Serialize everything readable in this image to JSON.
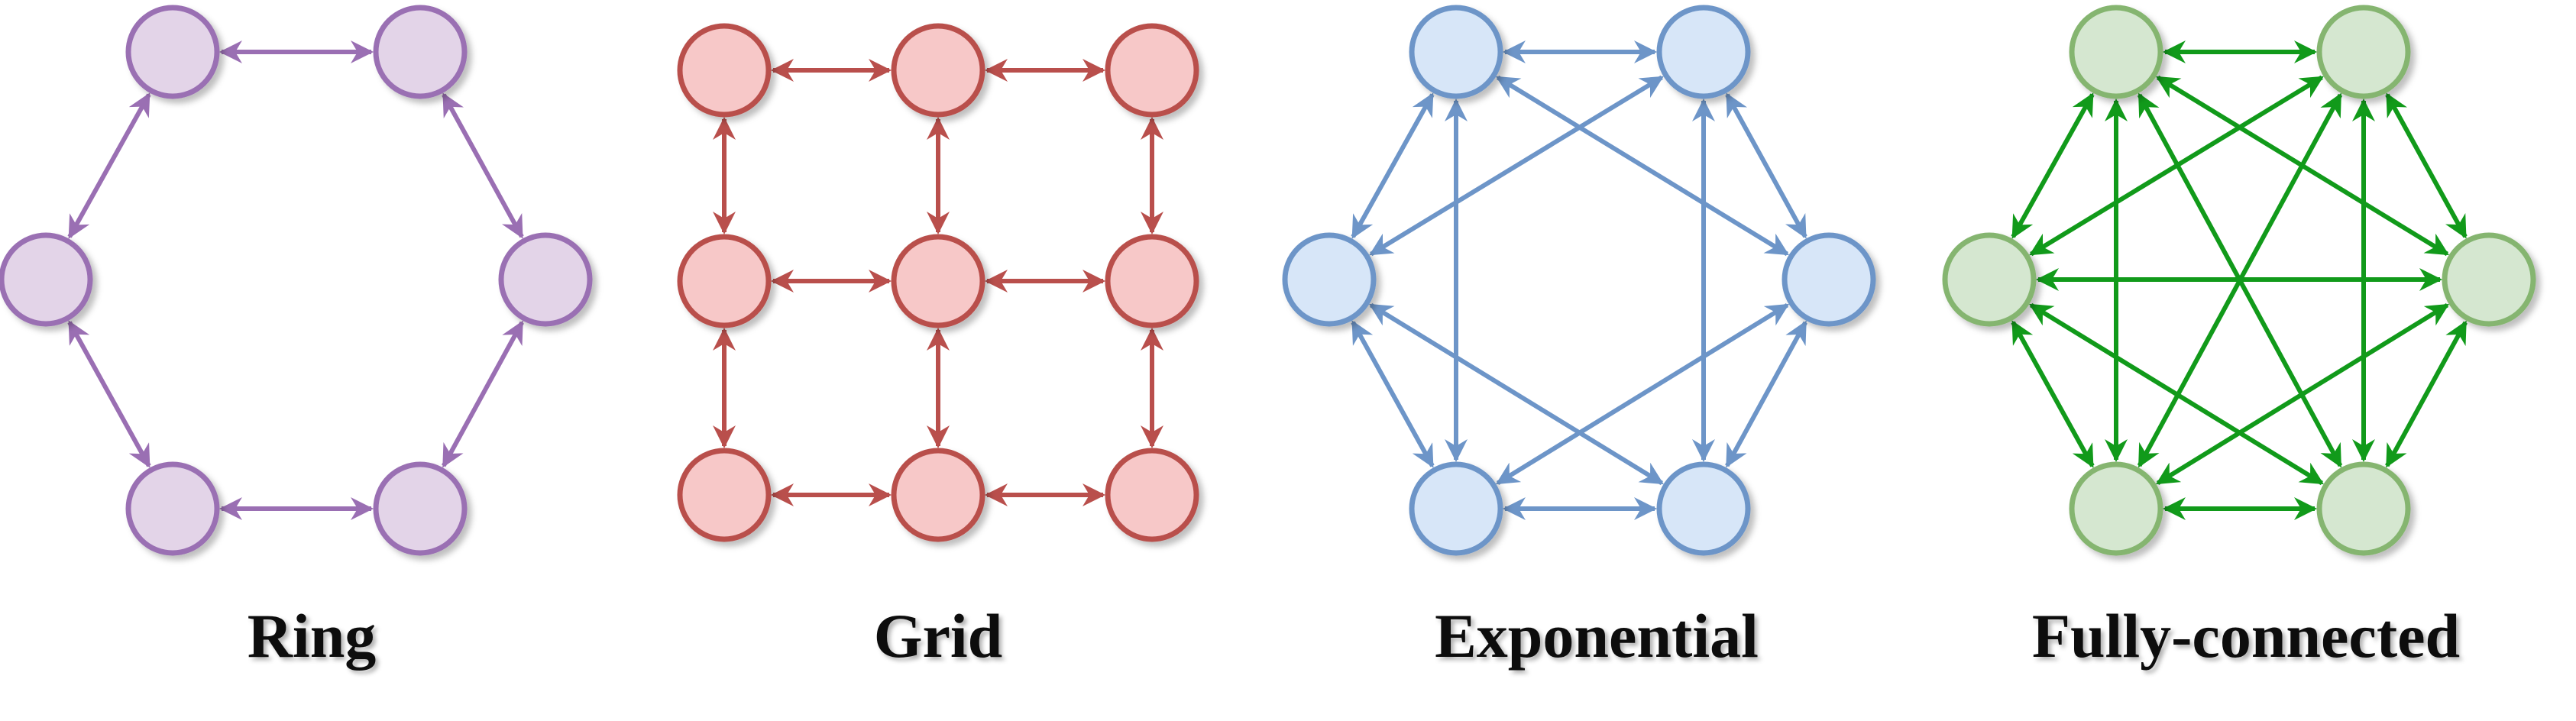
{
  "topologies": [
    {
      "key": "ring",
      "label": "Ring",
      "node_fill": "#e3d4e8",
      "node_stroke": "#9a6fb3",
      "edge_color": "#9a6fb3",
      "edges": [
        [
          0,
          1
        ],
        [
          1,
          2
        ],
        [
          2,
          3
        ],
        [
          3,
          4
        ],
        [
          4,
          5
        ],
        [
          5,
          0
        ]
      ]
    },
    {
      "key": "grid",
      "label": "Grid",
      "node_fill": "#f7c8c8",
      "node_stroke": "#b94f4c",
      "edge_color": "#b94f4c",
      "edges": [
        [
          0,
          1
        ],
        [
          1,
          2
        ],
        [
          3,
          4
        ],
        [
          4,
          5
        ],
        [
          6,
          7
        ],
        [
          7,
          8
        ],
        [
          0,
          3
        ],
        [
          3,
          6
        ],
        [
          1,
          4
        ],
        [
          4,
          7
        ],
        [
          2,
          5
        ],
        [
          5,
          8
        ]
      ]
    },
    {
      "key": "exponential",
      "label": "Exponential",
      "node_fill": "#d7e6f8",
      "node_stroke": "#6d95c8",
      "edge_color": "#6d95c8",
      "edges": [
        [
          0,
          1
        ],
        [
          1,
          2
        ],
        [
          2,
          3
        ],
        [
          3,
          4
        ],
        [
          4,
          5
        ],
        [
          5,
          0
        ],
        [
          0,
          2
        ],
        [
          1,
          3
        ],
        [
          2,
          4
        ],
        [
          3,
          5
        ],
        [
          4,
          0
        ],
        [
          5,
          1
        ]
      ]
    },
    {
      "key": "fully-connected",
      "label": "Fully-connected",
      "node_fill": "#d5e7d0",
      "node_stroke": "#85b56f",
      "edge_color": "#119a1a",
      "edges": [
        [
          0,
          1
        ],
        [
          0,
          2
        ],
        [
          0,
          3
        ],
        [
          0,
          4
        ],
        [
          0,
          5
        ],
        [
          1,
          2
        ],
        [
          1,
          3
        ],
        [
          1,
          4
        ],
        [
          1,
          5
        ],
        [
          2,
          3
        ],
        [
          2,
          4
        ],
        [
          2,
          5
        ],
        [
          3,
          4
        ],
        [
          3,
          5
        ],
        [
          4,
          5
        ]
      ]
    }
  ]
}
